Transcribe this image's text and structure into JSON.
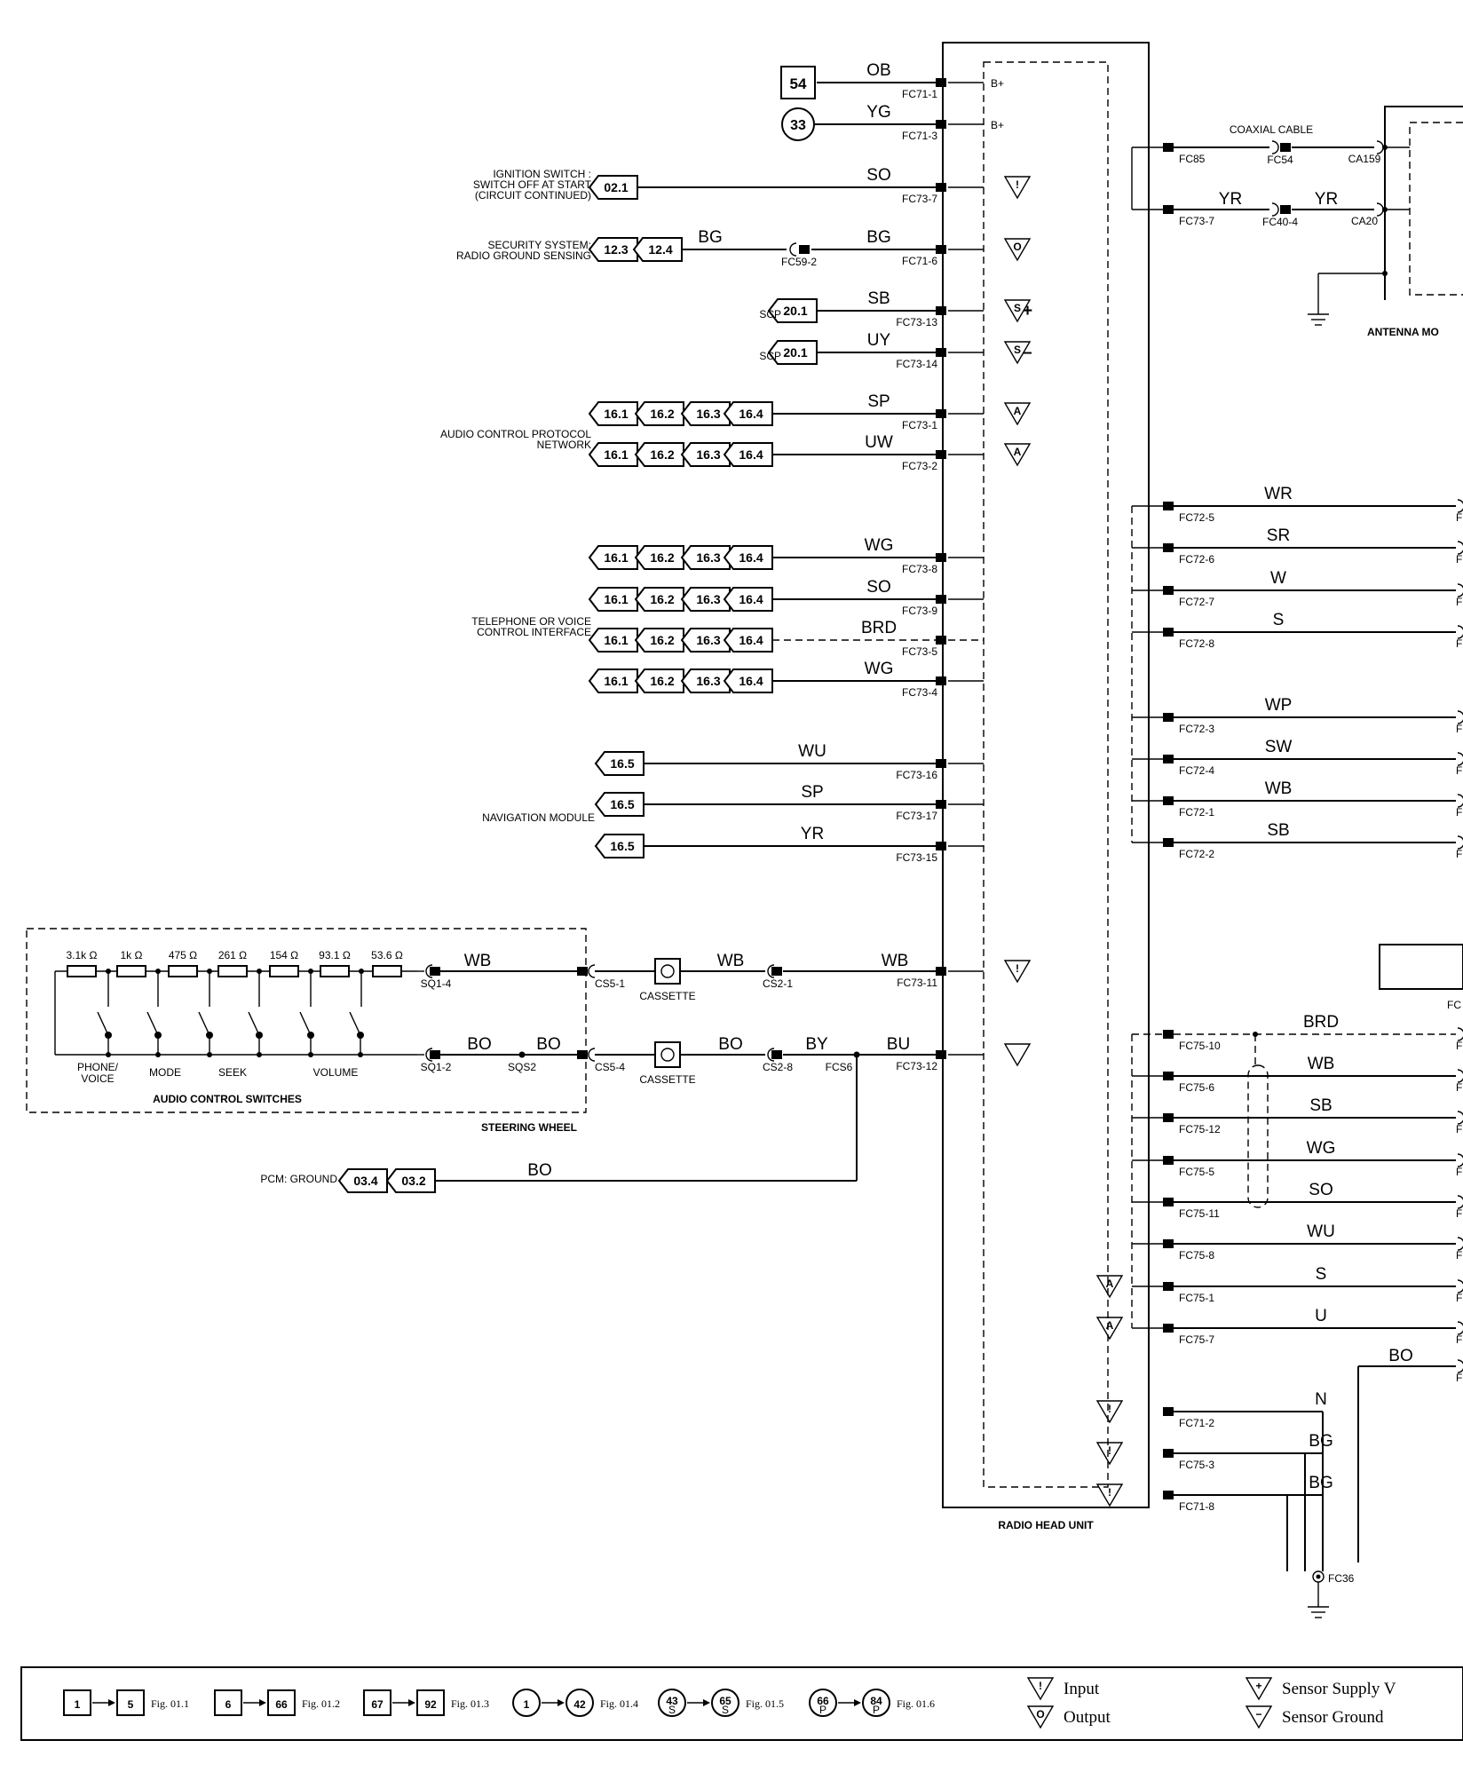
{
  "radio": {
    "title": "RADIO HEAD UNIT"
  },
  "antenna": {
    "title": "ANTENNA MO",
    "coax_label": "COAXIAL CABLE"
  },
  "steering": {
    "title": "STEERING WHEEL",
    "switches_title": "AUDIO CONTROL SWITCHES",
    "resistors": [
      "3.1k Ω",
      "1k Ω",
      "475 Ω",
      "261 Ω",
      "154 Ω",
      "93.1 Ω",
      "53.6 Ω"
    ],
    "switch_labels": [
      "PHONE/\nVOICE",
      "MODE",
      "SEEK",
      "VOLUME"
    ],
    "cassette": "CASSETTE"
  },
  "left_labels": {
    "ignition": [
      "IGNITION SWITCH :",
      "SWITCH OFF AT START",
      "(CIRCUIT CONTINUED)"
    ],
    "security": [
      "SECURITY SYSTEM:",
      "RADIO GROUND SENSING"
    ],
    "acp": [
      "AUDIO CONTROL PROTOCOL",
      "NETWORK"
    ],
    "telephone": [
      "TELEPHONE OR VOICE",
      "CONTROL INTERFACE"
    ],
    "navigation": "NAVIGATION MODULE",
    "pcm": "PCM: GROUND",
    "scp": "SCP"
  },
  "left_wires": [
    {
      "color": "OB",
      "pin": "FC71-1",
      "ref": "54",
      "ref_type": "square",
      "internal": "B+"
    },
    {
      "color": "YG",
      "pin": "FC71-3",
      "ref": "33",
      "ref_type": "circle",
      "internal": "B+"
    },
    {
      "color": "SO",
      "pin": "FC73-7",
      "refs": [
        "02.1"
      ],
      "internal": "input"
    },
    {
      "color": "BG",
      "pin": "FC71-6",
      "refs": [
        "12.3",
        "12.4"
      ],
      "inline_pin": "FC59-2",
      "inline_color": "BG",
      "internal": "output"
    },
    {
      "color": "SB",
      "pin": "FC73-13",
      "refs": [
        "20.1"
      ],
      "internal": "supply"
    },
    {
      "color": "UY",
      "pin": "FC73-14",
      "refs": [
        "20.1"
      ],
      "internal": "sensor-ground"
    },
    {
      "color": "SP",
      "pin": "FC73-1",
      "refs": [
        "16.1",
        "16.2",
        "16.3",
        "16.4"
      ],
      "internal": "A"
    },
    {
      "color": "UW",
      "pin": "FC73-2",
      "refs": [
        "16.1",
        "16.2",
        "16.3",
        "16.4"
      ],
      "internal": "A"
    },
    {
      "color": "WG",
      "pin": "FC73-8",
      "refs": [
        "16.1",
        "16.2",
        "16.3",
        "16.4"
      ]
    },
    {
      "color": "SO",
      "pin": "FC73-9",
      "refs": [
        "16.1",
        "16.2",
        "16.3",
        "16.4"
      ]
    },
    {
      "color": "BRD",
      "pin": "FC73-5",
      "refs": [
        "16.1",
        "16.2",
        "16.3",
        "16.4"
      ]
    },
    {
      "color": "WG",
      "pin": "FC73-4",
      "refs": [
        "16.1",
        "16.2",
        "16.3",
        "16.4"
      ]
    },
    {
      "color": "WU",
      "pin": "FC73-16",
      "refs": [
        "16.5"
      ]
    },
    {
      "color": "SP",
      "pin": "FC73-17",
      "refs": [
        "16.5"
      ]
    },
    {
      "color": "YR",
      "pin": "FC73-15",
      "refs": [
        "16.5"
      ]
    }
  ],
  "steering_wires": [
    {
      "sq": "SQ1-4",
      "c1": "WB",
      "cs": "CS5-1",
      "c2": "WB",
      "cs2": "CS2-1",
      "c3": "WB",
      "pin": "FC73-11"
    },
    {
      "sq": "SQ1-2",
      "c1": "BO",
      "sqs": "SQS2",
      "c1b": "BO",
      "cs": "CS5-4",
      "c2": "BO",
      "cs2": "CS2-8",
      "c3": "BY",
      "fcs": "FCS6",
      "c4": "BU",
      "pin": "FC73-12"
    }
  ],
  "pcm_wire": {
    "color": "BO",
    "refs": [
      "03.4",
      "03.2"
    ]
  },
  "right_top": [
    {
      "pin": "FC85",
      "ant_pin": "CA159",
      "inline": "FC54"
    },
    {
      "pin": "FC73-7",
      "color1": "YR",
      "inline": "FC40-4",
      "color2": "YR",
      "ant_pin": "CA20"
    }
  ],
  "right_wires": [
    {
      "color": "WR",
      "pin": "FC72-5"
    },
    {
      "color": "SR",
      "pin": "FC72-6"
    },
    {
      "color": "W",
      "pin": "FC72-7"
    },
    {
      "color": "S",
      "pin": "FC72-8"
    },
    {
      "color": "WP",
      "pin": "FC72-3"
    },
    {
      "color": "SW",
      "pin": "FC72-4"
    },
    {
      "color": "WB",
      "pin": "FC72-1"
    },
    {
      "color": "SB",
      "pin": "FC72-2"
    },
    {
      "color": "BRD",
      "pin": "FC75-10"
    },
    {
      "color": "WB",
      "pin": "FC75-6"
    },
    {
      "color": "SB",
      "pin": "FC75-12"
    },
    {
      "color": "WG",
      "pin": "FC75-5"
    },
    {
      "color": "SO",
      "pin": "FC75-11"
    },
    {
      "color": "WU",
      "pin": "FC75-8"
    },
    {
      "color": "S",
      "pin": "FC75-1"
    },
    {
      "color": "U",
      "pin": "FC75-7"
    },
    {
      "color": "N",
      "pin": "FC71-2"
    },
    {
      "color": "BG",
      "pin": "FC75-3"
    },
    {
      "color": "BG",
      "pin": "FC71-8"
    }
  ],
  "right_extra": {
    "bo_color": "BO",
    "ground": "FC36",
    "edge_pin_prefix": "FC"
  },
  "legend": {
    "items": [
      {
        "from": "1",
        "to": "5",
        "fig": "Fig. 01.1",
        "shape": "square"
      },
      {
        "from": "6",
        "to": "66",
        "fig": "Fig. 01.2",
        "shape": "square"
      },
      {
        "from": "67",
        "to": "92",
        "fig": "Fig. 01.3",
        "shape": "square"
      },
      {
        "from": "1",
        "to": "42",
        "fig": "Fig. 01.4",
        "shape": "circle"
      },
      {
        "from": "43",
        "to": "65",
        "fig": "Fig. 01.5",
        "shape": "circle",
        "sub": "S"
      },
      {
        "from": "66",
        "to": "84",
        "fig": "Fig. 01.6",
        "shape": "circle",
        "sub": "P"
      }
    ],
    "input": "Input",
    "output": "Output",
    "supply": "Sensor Supply V",
    "ground": "Sensor Ground"
  }
}
